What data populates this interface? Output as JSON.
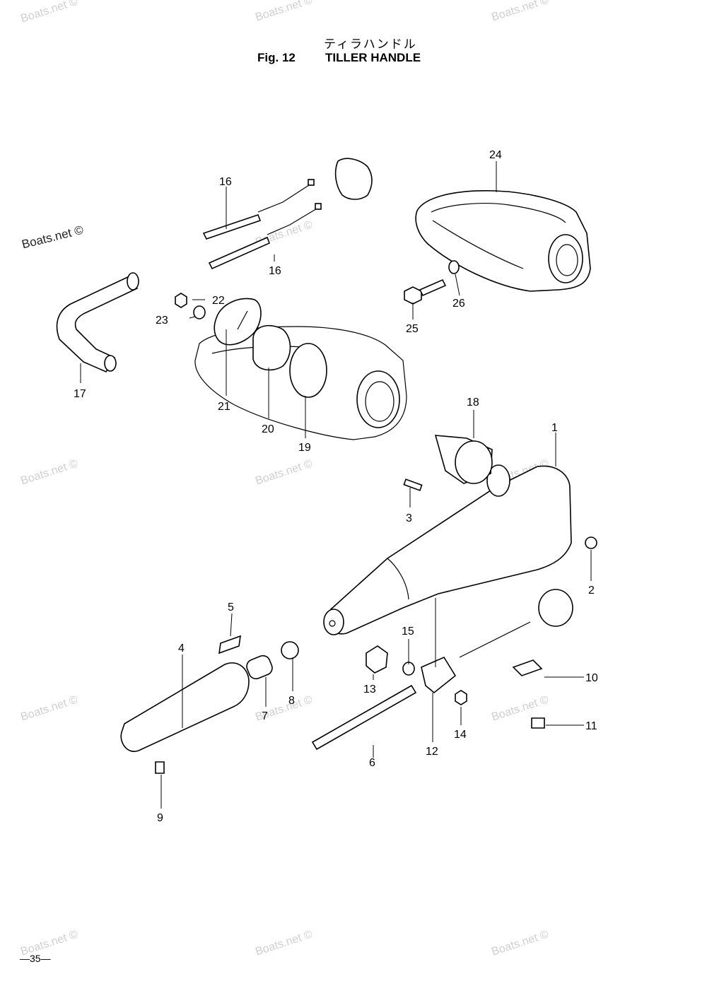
{
  "header": {
    "title_jp": "ティラハンドル",
    "fig_number": "Fig. 12",
    "fig_title": "TILLER HANDLE"
  },
  "footer": {
    "page_number": "—35—"
  },
  "watermarks": {
    "main": "Boats.net ©",
    "repeat": "Boats.net ©"
  },
  "callouts": [
    "1",
    "2",
    "3",
    "4",
    "5",
    "6",
    "7",
    "8",
    "9",
    "10",
    "11",
    "12",
    "13",
    "14",
    "15",
    "16",
    "16",
    "17",
    "18",
    "19",
    "20",
    "21",
    "22",
    "23",
    "24",
    "25",
    "26"
  ]
}
